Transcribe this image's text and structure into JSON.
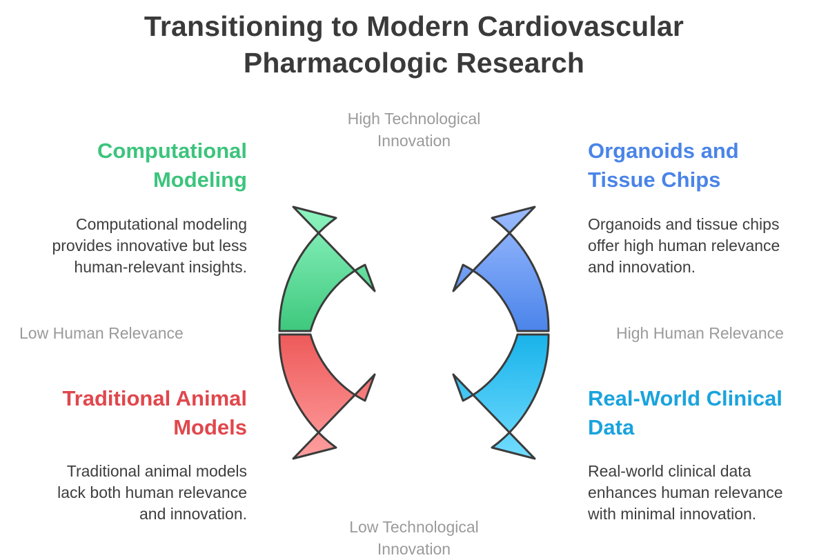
{
  "title": {
    "line1": "Transitioning to Modern Cardiovascular",
    "line2": "Pharmacologic Research"
  },
  "axes": {
    "top": [
      "High Technological",
      "Innovation"
    ],
    "bottom": [
      "Low Technological",
      "Innovation"
    ],
    "left": "Low Human Relevance",
    "right": "High Human Relevance"
  },
  "quadrants": {
    "top_left": {
      "title": [
        "Computational",
        "Modeling"
      ],
      "desc": [
        "Computational modeling",
        "provides innovative but less",
        "human-relevant insights."
      ],
      "color": "#3cc47c"
    },
    "top_right": {
      "title": [
        "Organoids and",
        "Tissue Chips"
      ],
      "desc": [
        "Organoids and tissue chips",
        "offer high human relevance",
        "and innovation."
      ],
      "color": "#4a84e8"
    },
    "bottom_left": {
      "title": [
        "Traditional Animal",
        "Models"
      ],
      "desc": [
        "Traditional animal models",
        "lack both human relevance",
        "and innovation."
      ],
      "color": "#e0474c"
    },
    "bottom_right": {
      "title": [
        "Real-World Clinical",
        "Data"
      ],
      "desc": [
        "Real-world clinical data",
        "enhances human relevance",
        "with minimal innovation."
      ],
      "color": "#1aa3dd"
    }
  }
}
